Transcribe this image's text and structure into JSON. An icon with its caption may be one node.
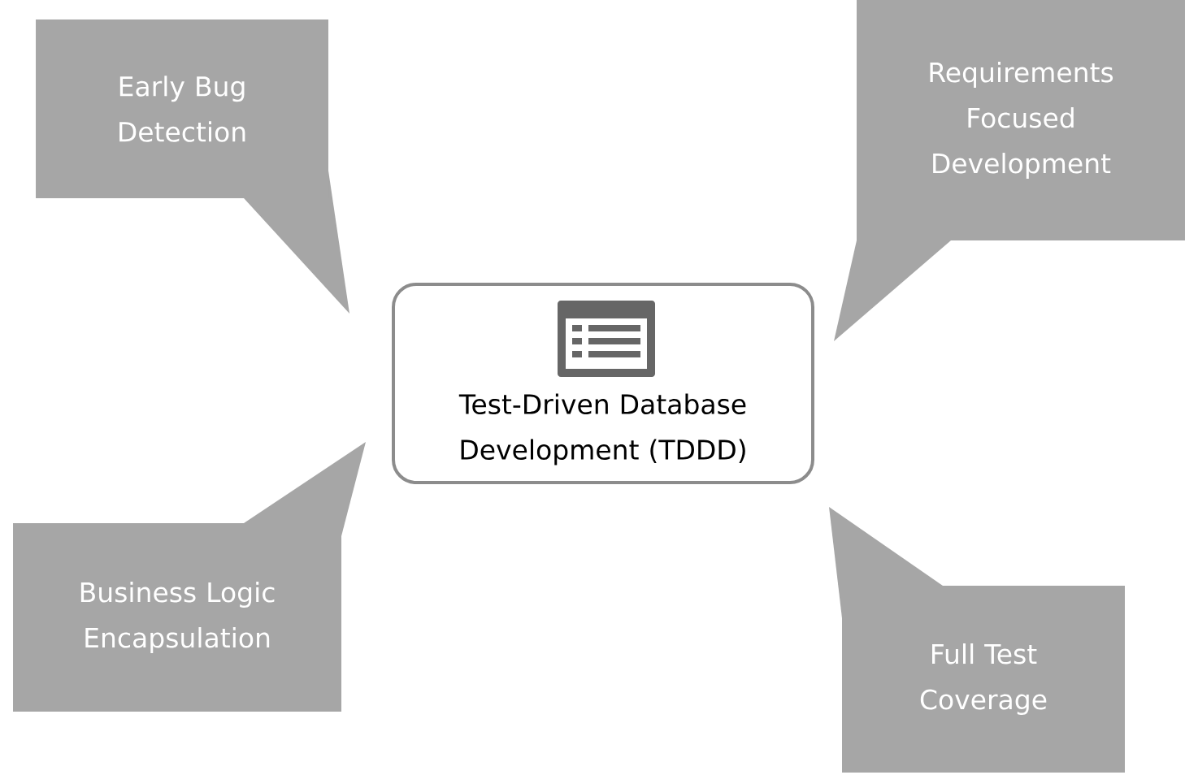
{
  "diagram": {
    "nodes": [
      {
        "text": [
          "Test-Driven Database Development (TDDD)"
        ]
      },
      {
        "text": [
          "Early Bug Detection"
        ]
      },
      {
        "text": [
          "Requirements Focused Development"
        ]
      },
      {
        "text": [
          "Business Logic Encapsulation"
        ]
      },
      {
        "text": [
          "Full Test Coverage"
        ]
      }
    ]
  }
}
